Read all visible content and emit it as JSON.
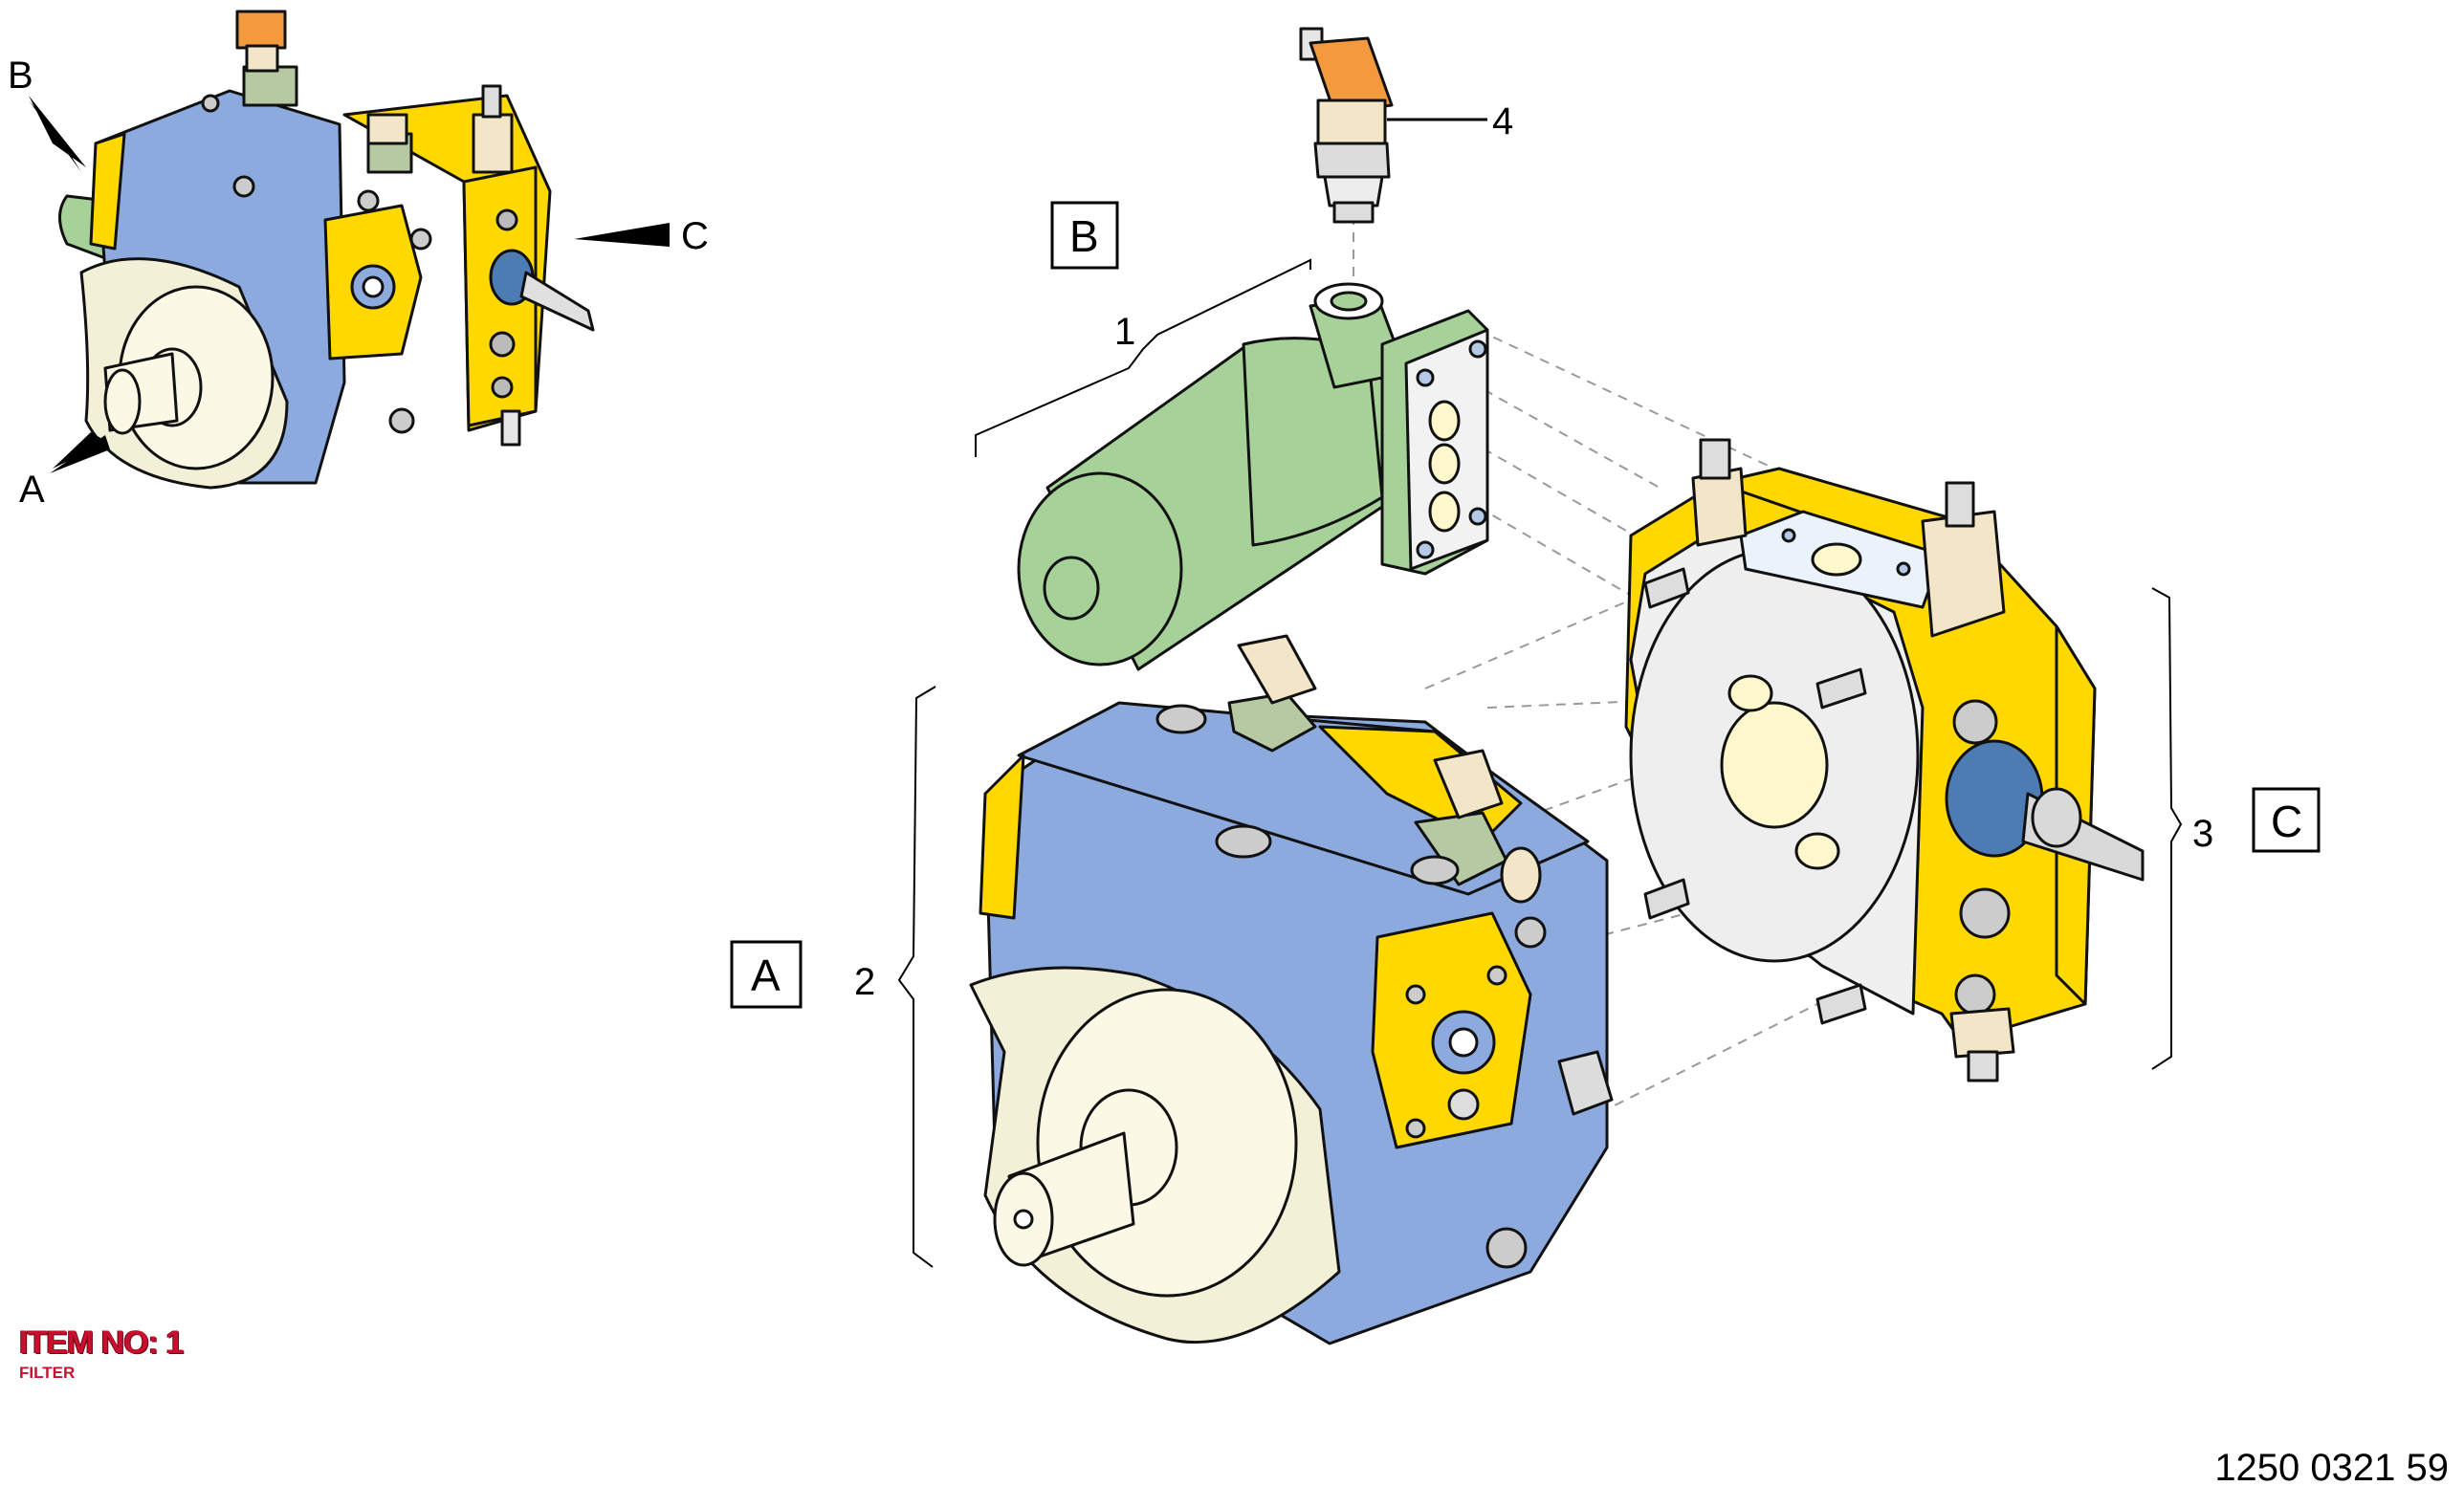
{
  "item": {
    "number_label": "ITEM NO: 1",
    "name": "FILTER"
  },
  "document_number": "1250 0321 59",
  "thumbnail_labels": {
    "a": "A",
    "b": "B",
    "c": "C"
  },
  "callouts": {
    "c1": "1",
    "c2": "2",
    "c3": "3",
    "c4": "4"
  },
  "boxed_labels": {
    "a": "A",
    "b": "B",
    "c": "C"
  },
  "colors": {
    "housing_blue": "#8caade",
    "valve_yellow": "#ffd800",
    "filter_green": "#a6d29a",
    "flange_cream": "#f3f0d8",
    "connector_orange": "#f49a3e",
    "outline": "#111111"
  }
}
